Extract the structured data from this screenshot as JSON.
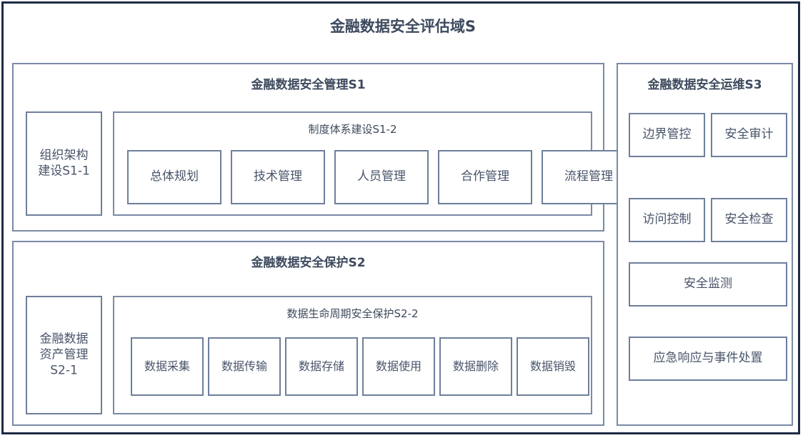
{
  "diagram": {
    "title": "金融数据安全评估域S",
    "sections": [
      {
        "id": "S1",
        "title": "金融数据安全管理S1",
        "left_box": {
          "label": "组织架构\n建设S1-1"
        },
        "group": {
          "title": "制度体系建设S1-2",
          "items": [
            {
              "label": "总体规划"
            },
            {
              "label": "技术管理"
            },
            {
              "label": "人员管理"
            },
            {
              "label": "合作管理"
            },
            {
              "label": "流程管理"
            }
          ]
        }
      },
      {
        "id": "S2",
        "title": "金融数据安全保护S2",
        "left_box": {
          "label": "金融数据\n资产管理\nS2-1"
        },
        "group": {
          "title": "数据生命周期安全保护S2-2",
          "items": [
            {
              "label": "数据采集"
            },
            {
              "label": "数据传输"
            },
            {
              "label": "数据存储"
            },
            {
              "label": "数据使用"
            },
            {
              "label": "数据删除"
            },
            {
              "label": "数据销毁"
            }
          ]
        }
      },
      {
        "id": "S3",
        "title": "金融数据安全运维S3",
        "grid_items": [
          {
            "label": "边界管控"
          },
          {
            "label": "安全审计"
          },
          {
            "label": "访问控制"
          },
          {
            "label": "安全检查"
          }
        ],
        "wide_items": [
          {
            "label": "安全监测"
          },
          {
            "label": "应急响应与事件处置"
          }
        ]
      }
    ]
  },
  "colors": {
    "outer_border": "#1f2b45",
    "box_border": "#7b8aa5",
    "leaf_border": "#6e7f9b",
    "text": "#3e4a5e",
    "leaf_text": "#48546a",
    "background": "#ffffff"
  }
}
